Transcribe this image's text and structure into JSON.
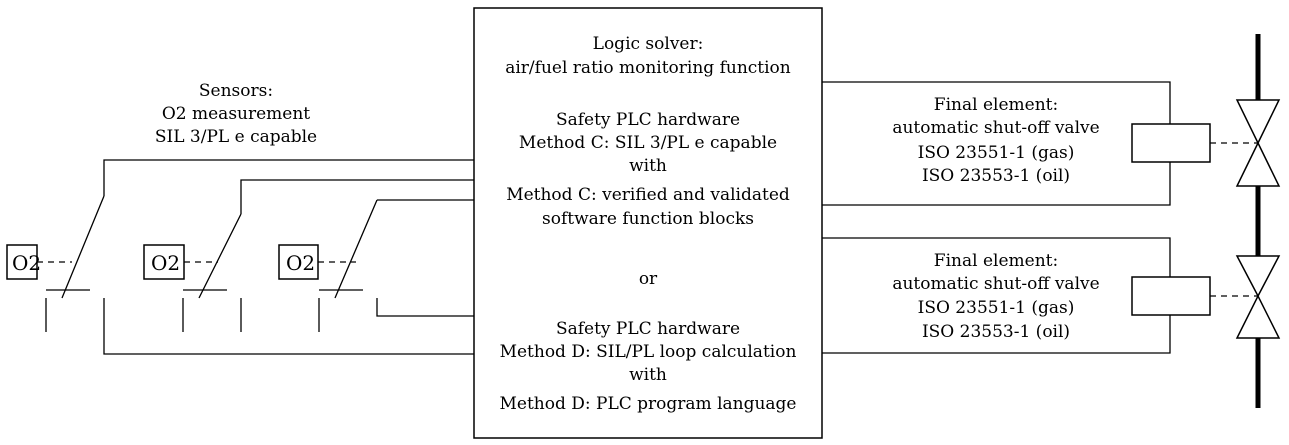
{
  "sensors": {
    "title": "Sensors:",
    "line2": "O2 measurement",
    "line3": "SIL 3/PL e capable",
    "o2_labels": [
      "O2",
      "O2",
      "O2"
    ]
  },
  "logic_solver": {
    "title": "Logic solver:",
    "function": "air/fuel ratio monitoring function",
    "method_c": [
      "Safety PLC hardware",
      "Method C: SIL 3/PL e capable",
      "with",
      "Method C: verified and validated",
      "software function blocks"
    ],
    "or": "or",
    "method_d": [
      "Safety PLC hardware",
      "Method D: SIL/PL loop calculation",
      "with",
      "Method D: PLC program language"
    ]
  },
  "final_elements": [
    {
      "lines": [
        "Final element:",
        "automatic shut-off valve",
        "ISO 23551-1 (gas)",
        "ISO 23553-1 (oil)"
      ]
    },
    {
      "lines": [
        "Final element:",
        "automatic shut-off valve",
        "ISO 23551-1 (gas)",
        "ISO 23553-1 (oil)"
      ]
    }
  ]
}
